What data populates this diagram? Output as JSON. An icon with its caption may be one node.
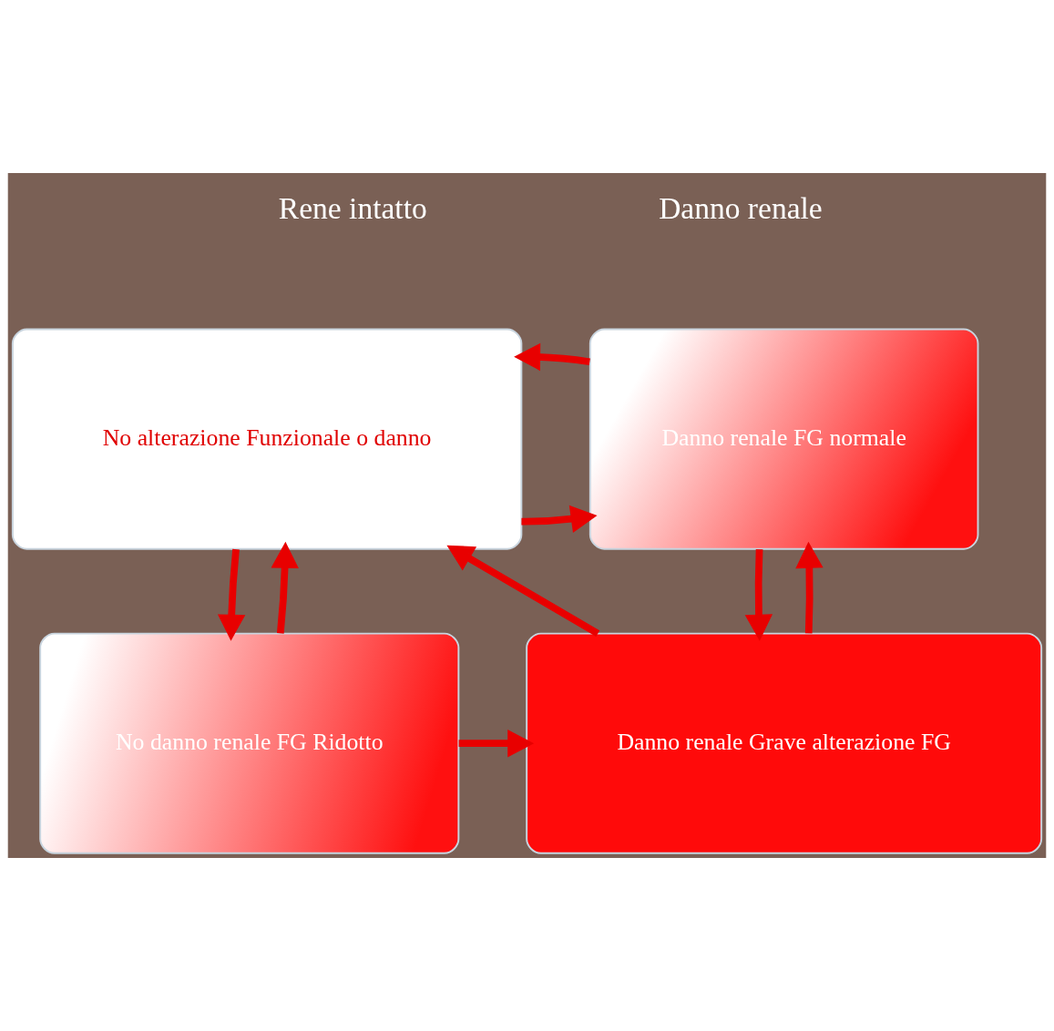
{
  "diagram": {
    "nodes": [
      {
        "text": [
          "No alterazione Funzionale o danno"
        ]
      },
      {
        "text": [
          "Danno renale FG normale"
        ]
      },
      {
        "text": [
          "No danno renale FG Ridotto"
        ]
      },
      {
        "text": [
          "Danno renale Grave alterazione FG"
        ]
      }
    ],
    "edges": [
      {
        "from": 0,
        "to": 1,
        "arrow": "to"
      },
      {
        "from": 1,
        "to": 0,
        "arrow": "to"
      },
      {
        "from": 0,
        "to": 2,
        "arrow": "to"
      },
      {
        "from": 2,
        "to": 0,
        "arrow": "to"
      },
      {
        "from": 3,
        "to": 0,
        "arrow": "to"
      },
      {
        "from": 1,
        "to": 3,
        "arrow": "to"
      },
      {
        "from": 3,
        "to": 1,
        "arrow": "to"
      },
      {
        "from": 2,
        "to": 3,
        "arrow": "to"
      }
    ],
    "labels": [
      "Rene intatto",
      "Danno renale"
    ]
  }
}
